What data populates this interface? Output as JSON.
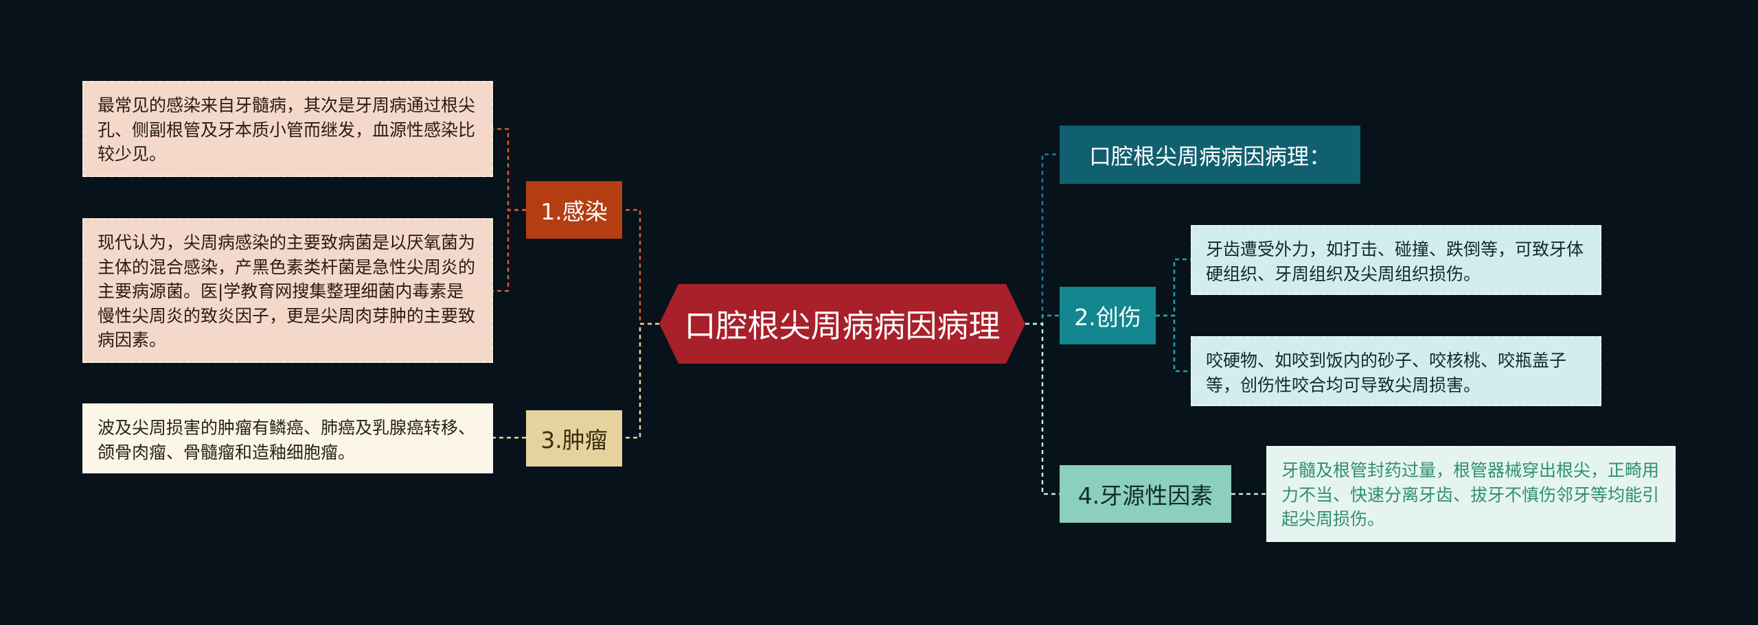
{
  "colors": {
    "background": "#07121a",
    "root": "#a8202a",
    "infection": "#b43d12",
    "tumor": "#e6d29c",
    "trauma": "#13878f",
    "summary": "#10606f",
    "iatrogenic": "#8ccfbc"
  },
  "root": {
    "title": "口腔根尖周病病因病理"
  },
  "left": {
    "infection": {
      "label": "1.感染",
      "leaf1": "最常见的感染来自牙髓病，其次是牙周病通过根尖孔、侧副根管及牙本质小管而继发，血源性感染比较少见。",
      "leaf2": "现代认为，尖周病感染的主要致病菌是以厌氧菌为主体的混合感染，产黑色素类杆菌是急性尖周炎的主要病源菌。医|学教育网搜集整理细菌内毒素是慢性尖周炎的致炎因子，更是尖周肉芽肿的主要致病因素。"
    },
    "tumor": {
      "label": "3.肿瘤",
      "leaf1": "波及尖周损害的肿瘤有鳞癌、肺癌及乳腺癌转移、颌骨肉瘤、骨髓瘤和造釉细胞瘤。"
    }
  },
  "right": {
    "summary": {
      "label": "口腔根尖周病病因病理："
    },
    "trauma": {
      "label": "2.创伤",
      "leaf1": "牙齿遭受外力，如打击、碰撞、跌倒等，可致牙体硬组织、牙周组织及尖周组织损伤。",
      "leaf2": "咬硬物、如咬到饭内的砂子、咬核桃、咬瓶盖子等，创伤性咬合均可导致尖周损害。"
    },
    "iatrogenic": {
      "label": "4.牙源性因素",
      "leaf1": "牙髓及根管封药过量，根管器械穿出根尖，正畸用力不当、快速分离牙齿、拔牙不慎伤邻牙等均能引起尖周损伤。"
    }
  }
}
